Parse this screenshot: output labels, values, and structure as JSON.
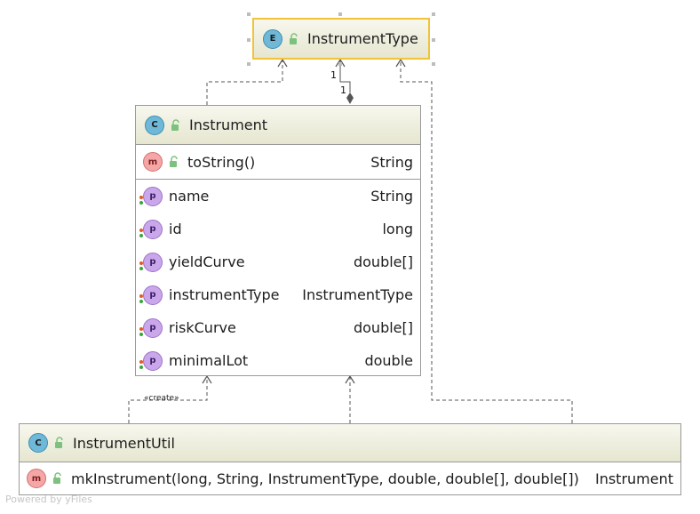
{
  "nodes": {
    "instrument_type": {
      "badge": "E",
      "title": "InstrumentType"
    },
    "instrument": {
      "badge": "C",
      "title": "Instrument",
      "methods": [
        {
          "badge": "m",
          "name": "toString()",
          "type": "String"
        }
      ],
      "properties": [
        {
          "badge": "p",
          "name": "name",
          "type": "String"
        },
        {
          "badge": "p",
          "name": "id",
          "type": "long"
        },
        {
          "badge": "p",
          "name": "yieldCurve",
          "type": "double[]"
        },
        {
          "badge": "p",
          "name": "instrumentType",
          "type": "InstrumentType"
        },
        {
          "badge": "p",
          "name": "riskCurve",
          "type": "double[]"
        },
        {
          "badge": "p",
          "name": "minimalLot",
          "type": "double"
        }
      ]
    },
    "instrument_util": {
      "badge": "C",
      "title": "InstrumentUtil",
      "methods": [
        {
          "badge": "m",
          "name": "mkInstrument(long, String, InstrumentType, double, double[], double[])",
          "type": "Instrument"
        }
      ]
    }
  },
  "edges": {
    "create_label": "«create»",
    "multiplicity_source": "1",
    "multiplicity_target": "1"
  },
  "footer": "Powered by yFiles",
  "colors": {
    "selection_border": "#f2c338",
    "header_top": "#f7f7ee",
    "header_bottom": "#e6e6d0",
    "border": "#9a9a9a",
    "edge": "#555555"
  },
  "icons": {
    "visibility": "lock-open-icon",
    "class": "class-icon",
    "enum": "enum-icon",
    "method": "method-icon",
    "property": "property-icon"
  }
}
